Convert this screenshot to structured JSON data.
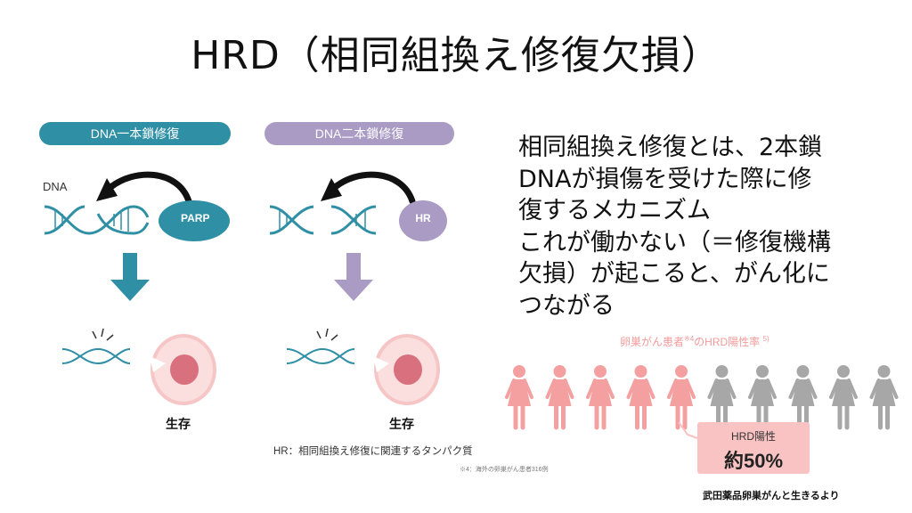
{
  "title": "HRD（相同組換え修復欠損）",
  "left_panel": {
    "ssb_label": "DNA一本鎖修復",
    "dsb_label": "DNA二本鎖修復",
    "dna_label": "DNA",
    "parp_label": "PARP",
    "hr_label": "HR",
    "survive_1": "生存",
    "survive_2": "生存",
    "hr_note": "HR：相同組換え修復に関連するタンパク質",
    "footnote": "※4：海外の卵巣がん患者316例"
  },
  "explanation_lines": [
    "相同組換え修復とは、2本鎖",
    "DNAが損傷を受けた際に修",
    "復するメカニズム",
    "これが働かない（＝修復機構",
    "欠損）が起こると、がん化に",
    "つながる"
  ],
  "figure": {
    "caption": "卵巣がん患者",
    "caption_sup": "※4",
    "caption_mid": "のHRD陽性率",
    "caption_sup2": "5)",
    "people_total": 10,
    "people_positive": 5,
    "box_label": "HRD陽性",
    "box_value": "約50%"
  },
  "source": "武田薬品卵巣がんと生きるより",
  "colors": {
    "teal": "#2f8fa5",
    "purple": "#a99bc4",
    "pink": "#f4a0a0",
    "gray": "#a7a7a7",
    "cell_outer": "#f6c6c6",
    "cell_nucleus": "#d9707e"
  }
}
